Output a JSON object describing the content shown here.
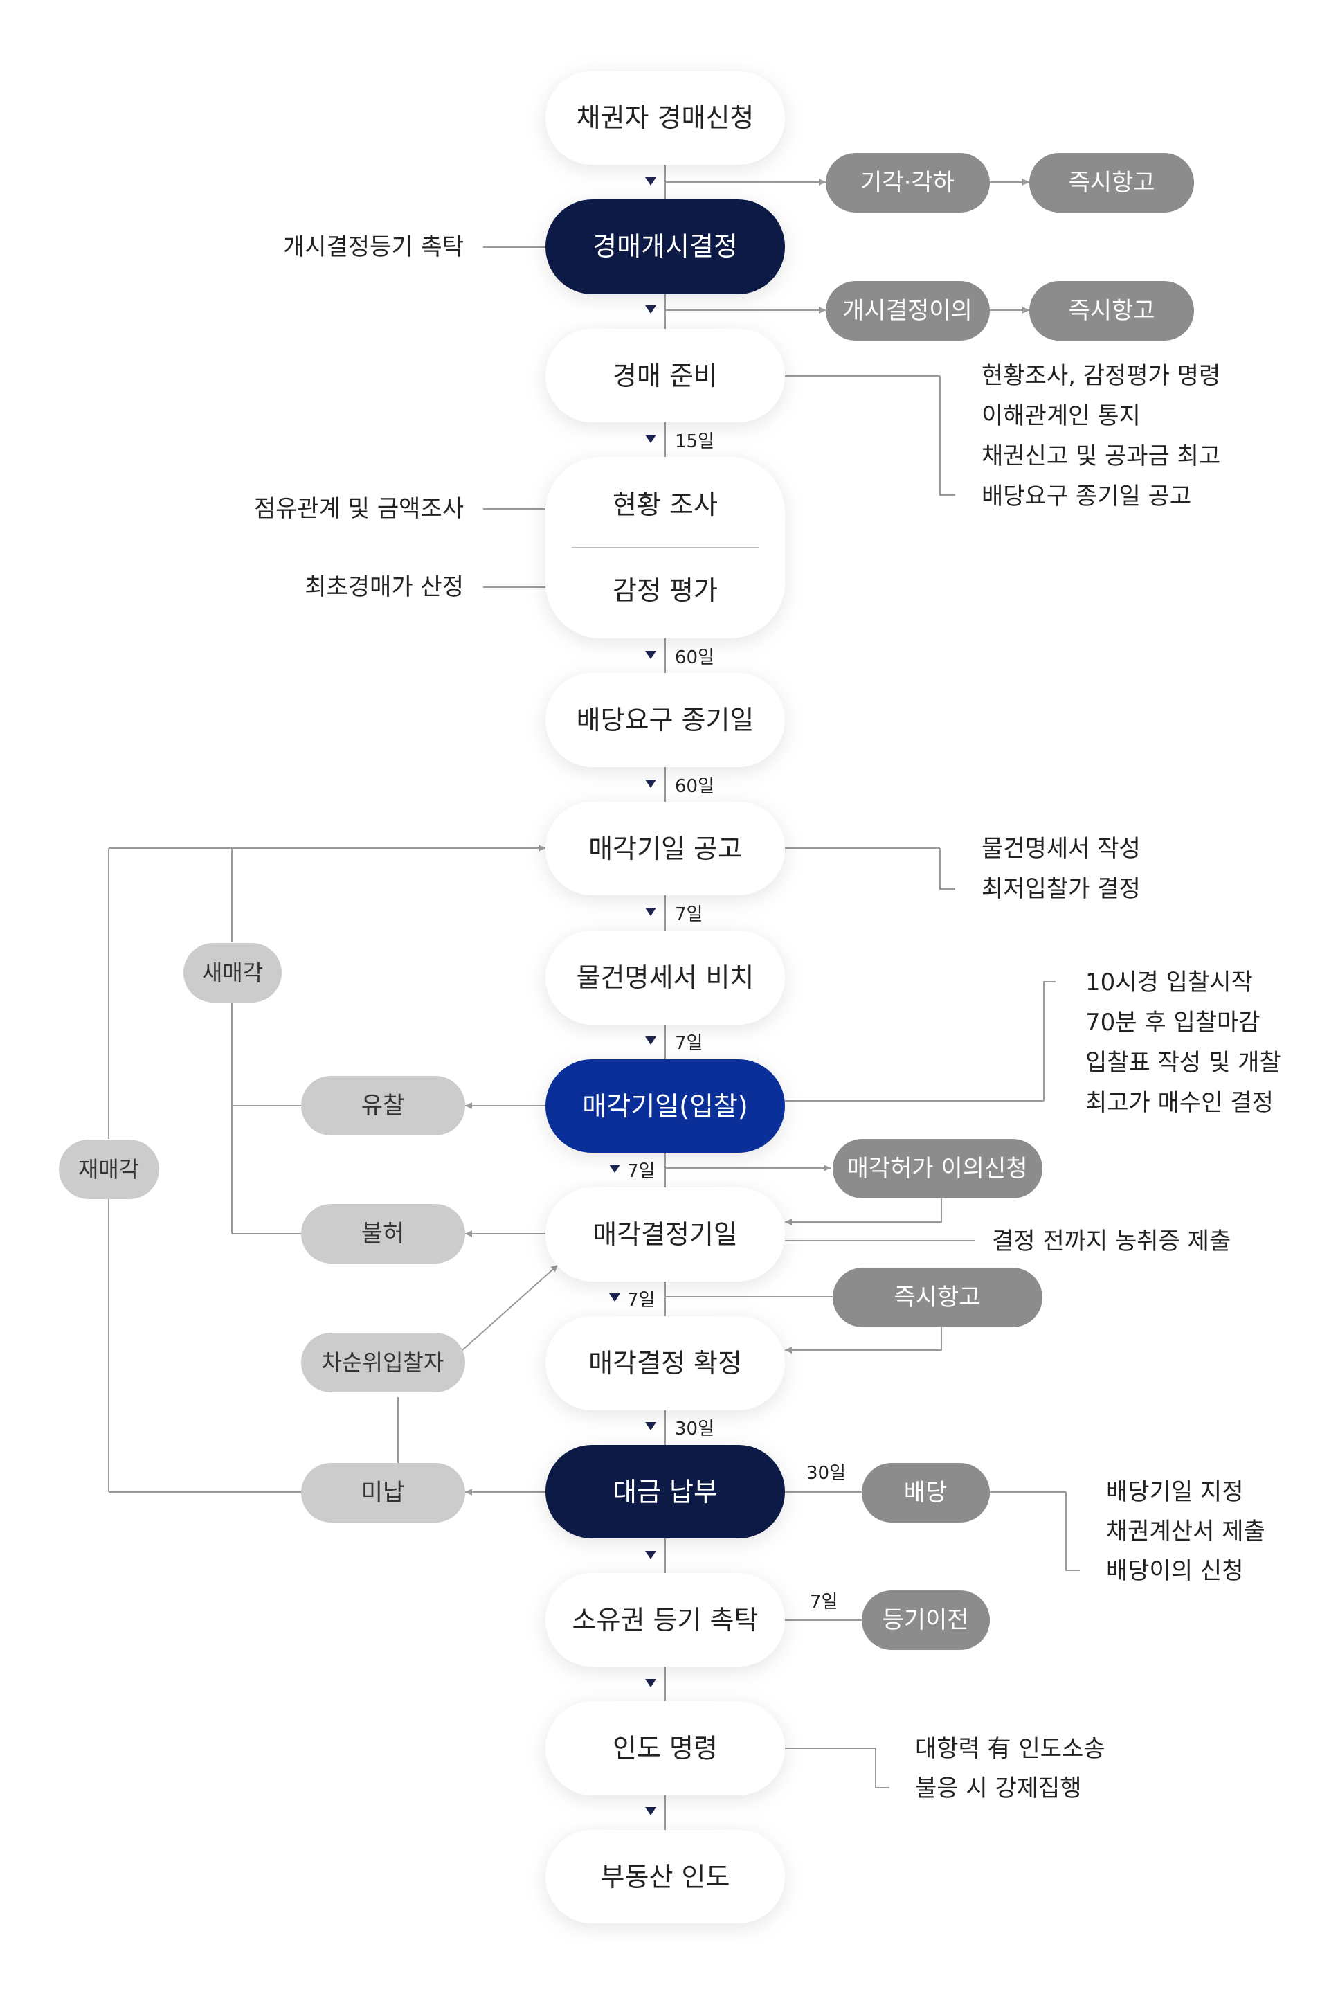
{
  "colors": {
    "node_white": "#ffffff",
    "node_navy": "#0c1a45",
    "node_blue": "#0a2f99",
    "pill_dark": "#8c8c8c",
    "pill_light": "#cccccc",
    "text_dark": "#222222",
    "line": "#9a9a9a",
    "arrow": "#1b2550"
  },
  "nodes": {
    "apply": "채권자 경매신청",
    "start_decision": "경매개시결정",
    "prep": "경매 준비",
    "survey": "현황 조사",
    "appraisal": "감정 평가",
    "deadline": "배당요구 종기일",
    "sale_notice": "매각기일 공고",
    "docs_display": "물건명세서 비치",
    "sale_date": "매각기일(입찰)",
    "sale_decision_date": "매각결정기일",
    "sale_confirm": "매각결정 확정",
    "payment": "대금 납부",
    "title_transfer_request": "소유권 등기 촉탁",
    "delivery_order": "인도 명령",
    "delivery": "부동산 인도"
  },
  "pills": {
    "reject": "기각·각하",
    "appeal_1": "즉시항고",
    "objection": "개시결정이의",
    "appeal_2": "즉시항고",
    "permit_objection": "매각허가 이의신청",
    "appeal_3": "즉시항고",
    "dividend": "배당",
    "registration": "등기이전",
    "failed_bid": "유찰",
    "disallow": "불허",
    "second_bidder": "차순위입찰자",
    "unpaid": "미납",
    "new_sale": "새매각",
    "resale": "재매각"
  },
  "intervals": {
    "d1": "15일",
    "d2": "60일",
    "d3": "60일",
    "d4": "7일",
    "d5": "7일",
    "d6": "7일",
    "d7": "7일",
    "d8": "30일",
    "d_dividend": "30일",
    "d_registration": "7일"
  },
  "side_notes": {
    "start_registration": "개시결정등기 촉탁",
    "possession_survey": "점유관계 및 금액조사",
    "min_price": "최초경매가 산정",
    "prep_items": [
      "현황조사, 감정평가 명령",
      "이해관계인 통지",
      "채권신고 및 공과금 최고",
      "배당요구 종기일 공고"
    ],
    "notice_items": [
      "물건명세서 작성",
      "최저입찰가 결정"
    ],
    "bidding_items": [
      "10시경 입찰시작",
      "70분 후 입찰마감",
      "입찰표 작성 및 개찰",
      "최고가 매수인 결정"
    ],
    "farmland": "결정 전까지 농취증 제출",
    "dividend_items": [
      "배당기일 지정",
      "채권계산서 제출",
      "배당이의 신청"
    ],
    "delivery_items": [
      "대항력 有 인도소송",
      "불응 시 강제집행"
    ]
  }
}
